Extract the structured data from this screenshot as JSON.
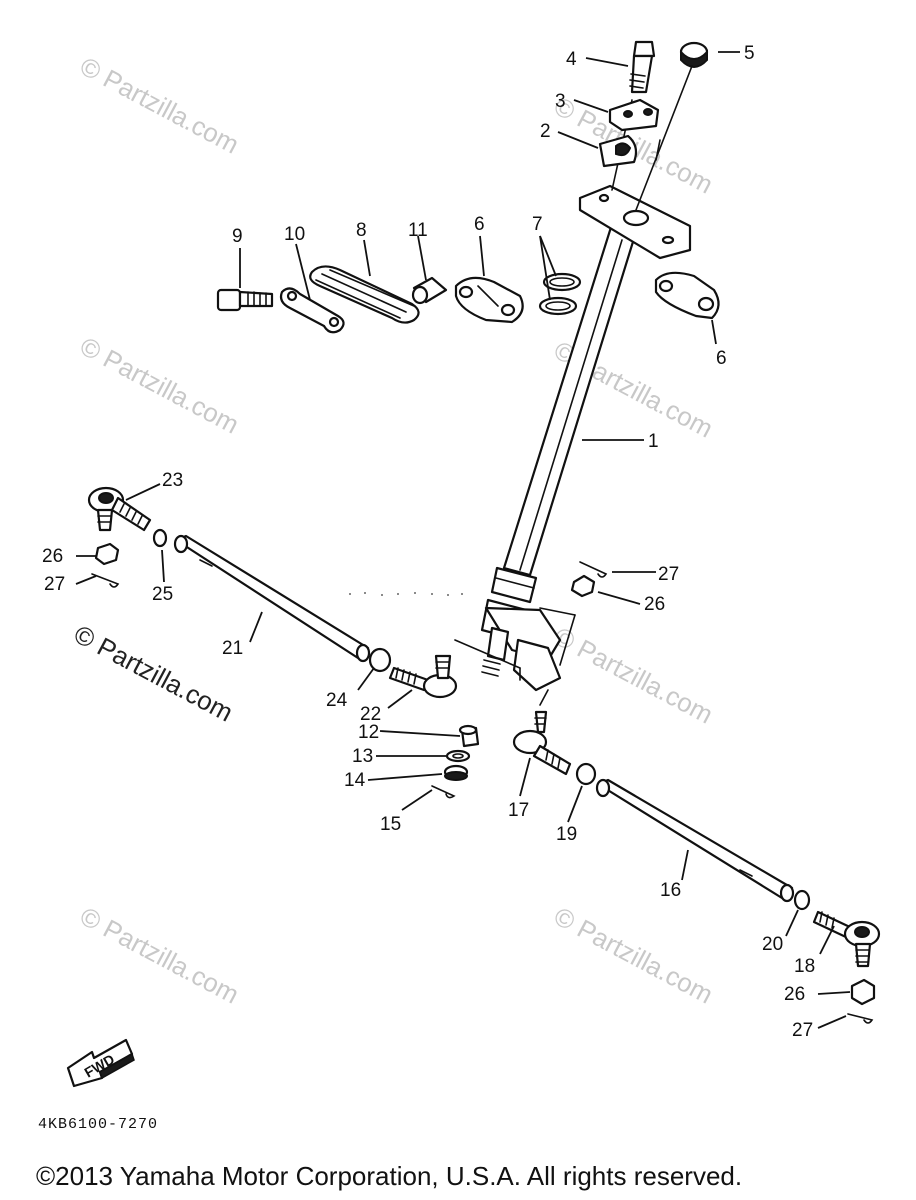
{
  "watermark_text": "© Partzilla.com",
  "watermark_text_bold": "© Partzilla.com",
  "diagram_code": "4KB6100-7270",
  "copyright": "©2013  Yamaha Motor Corporation, U.S.A. All rights reserved.",
  "fwd_label": "FWD",
  "callouts": {
    "c1": "1",
    "c2": "2",
    "c3": "3",
    "c4": "4",
    "c5": "5",
    "c6a": "6",
    "c6b": "6",
    "c7": "7",
    "c8": "8",
    "c9": "9",
    "c10": "10",
    "c11": "11",
    "c12": "12",
    "c13": "13",
    "c14": "14",
    "c15": "15",
    "c16": "16",
    "c17": "17",
    "c18": "18",
    "c19": "19",
    "c20": "20",
    "c21": "21",
    "c22": "22",
    "c23": "23",
    "c24": "24",
    "c25": "25",
    "c26a": "26",
    "c26b": "26",
    "c26c": "26",
    "c27a": "27",
    "c27b": "27",
    "c27c": "27"
  }
}
